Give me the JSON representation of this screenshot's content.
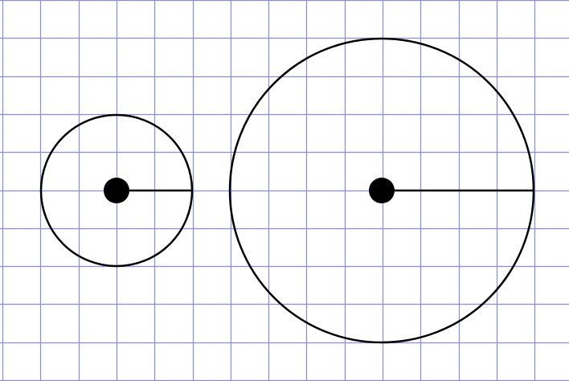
{
  "diagram": {
    "description_free": true,
    "grid": {
      "visible": true,
      "line_color": "#8a8ae6",
      "background": "#ffffff"
    },
    "circles": [
      {
        "id": "small",
        "radius_in_grid_units": 2,
        "stroke": "#000000",
        "center_dot_color": "#000000",
        "radius_line_color": "#000000"
      },
      {
        "id": "large",
        "radius_in_grid_units": 4,
        "stroke": "#000000",
        "center_dot_color": "#000000",
        "radius_line_color": "#000000"
      }
    ]
  }
}
